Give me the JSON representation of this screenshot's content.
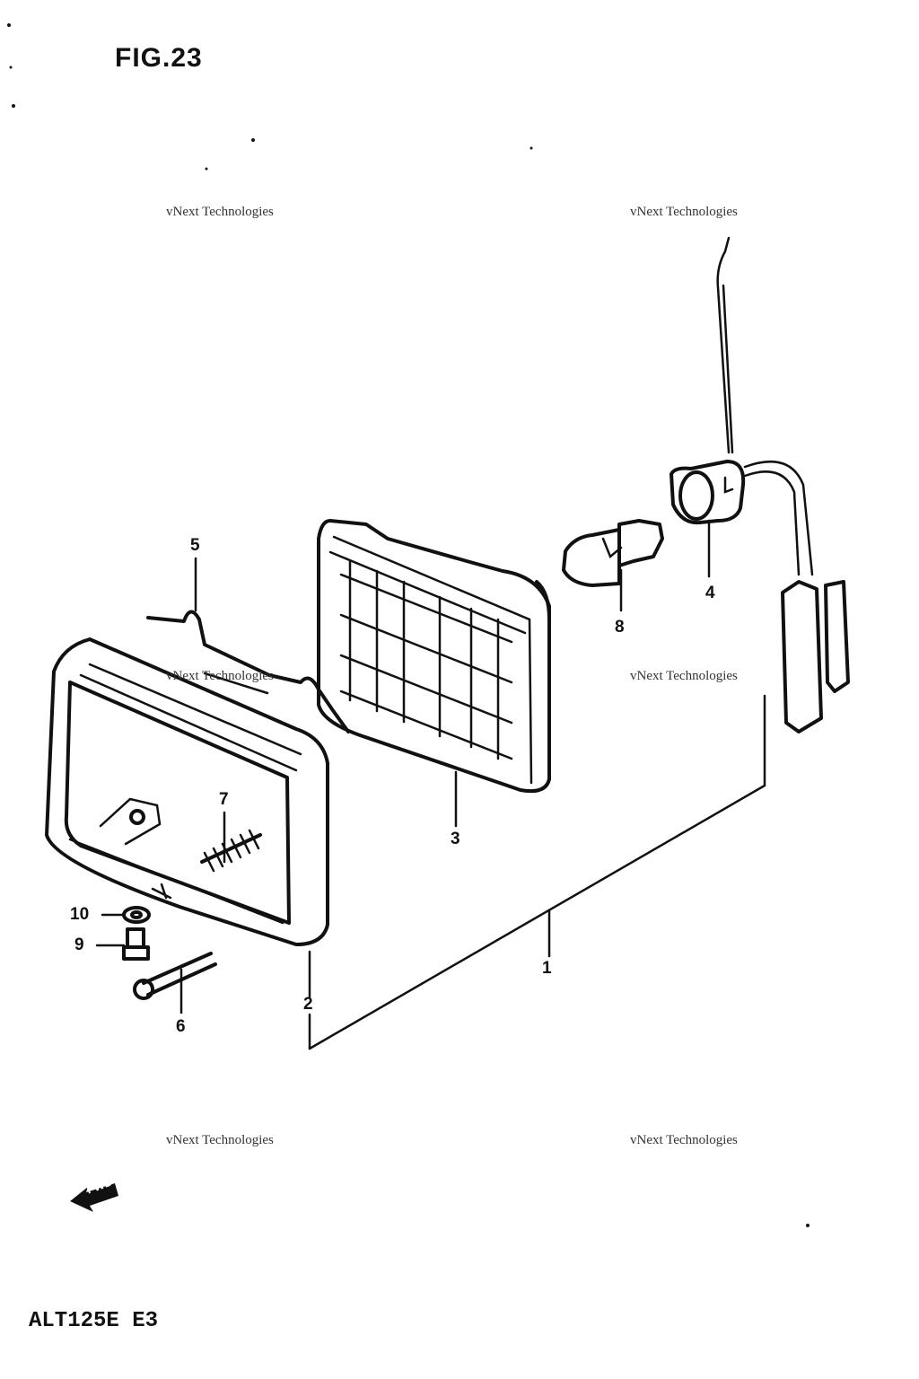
{
  "figure": {
    "title": "FIG.23"
  },
  "model_code": "ALT125E E3",
  "fwd_label": "FWD",
  "watermark": "vNext Technologies",
  "callouts": [
    "1",
    "2",
    "3",
    "4",
    "5",
    "6",
    "7",
    "8",
    "9",
    "10"
  ]
}
